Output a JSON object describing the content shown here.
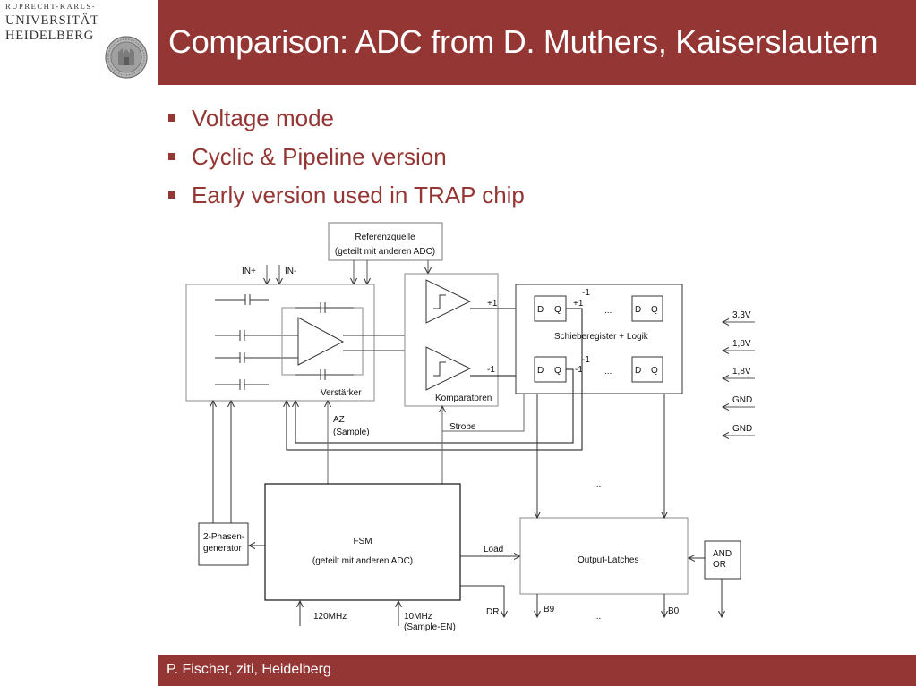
{
  "logo": {
    "line1": "RUPRECHT-KARLS-",
    "line2": "UNIVERSITÄT",
    "line3": "HEIDELBERG",
    "seal_icon": "university-seal-icon"
  },
  "header": {
    "title": "Comparison: ADC from D. Muthers, Kaiserslautern"
  },
  "bullets": [
    "Voltage mode",
    "Cyclic & Pipeline version",
    "Early version used in TRAP chip"
  ],
  "diagram": {
    "ref_line1": "Referenzquelle",
    "ref_line2": "(geteilt mit anderen ADC)",
    "in_plus": "IN+",
    "in_minus": "IN-",
    "amp_label": "Verstärker",
    "comp_label": "Komparatoren",
    "plus1": "+1",
    "minus1": "-1",
    "plus1_sup": "+1",
    "minus1_sup": "-1",
    "sup": "-1",
    "d": "D",
    "q": "Q",
    "ellipsis": "...",
    "shift_label": "Schieberegister + Logik",
    "az_line1": "AZ",
    "az_line2": "(Sample)",
    "strobe": "Strobe",
    "supply": [
      "3,3V",
      "1,8V",
      "1,8V",
      "GND",
      "GND"
    ],
    "phase_line1": "2-Phasen-",
    "phase_line2": "generator",
    "fsm_line1": "FSM",
    "fsm_line2": "(geteilt mit anderen ADC)",
    "load": "Load",
    "latches": "Output-Latches",
    "and": "AND",
    "or": "OR",
    "clk120": "120MHz",
    "clk10_line1": "10MHz",
    "clk10_line2": "(Sample-EN)",
    "dr": "DR",
    "b9": "B9",
    "b0": "B0"
  },
  "footer": {
    "text": "P. Fischer, ziti, Heidelberg"
  },
  "colors": {
    "brand": "#943634",
    "diagram_line": "#111111",
    "box_border": "#8a8a8a"
  }
}
